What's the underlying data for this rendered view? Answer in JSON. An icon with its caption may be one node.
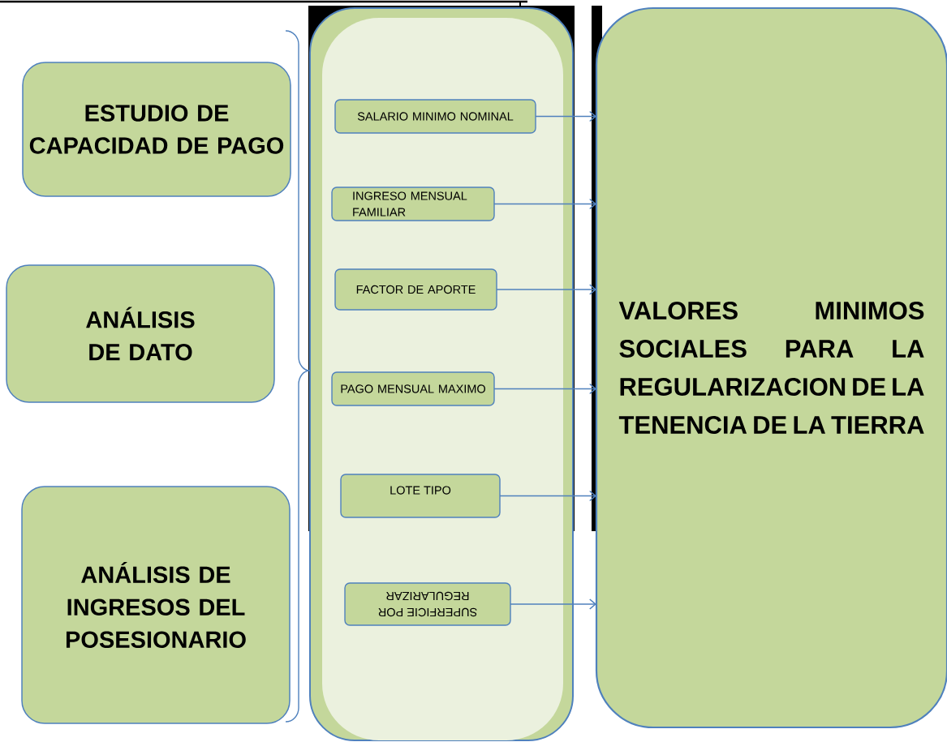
{
  "diagram": {
    "nodes": [
      {
        "text": [
          "ESTUDIO DE CAPACIDAD DE PAGO"
        ]
      },
      {
        "text": [
          "ANÁLISIS DE DATO"
        ]
      },
      {
        "text": [
          "ANÁLISIS DE INGRESOS DEL POSESIONARIO"
        ]
      },
      {
        "text": [],
        "shape": "box"
      },
      {
        "text": [],
        "shape": "box",
        "in": 3
      },
      {
        "text": [
          "SALARIO MINIMO NOMINAL"
        ],
        "in": 4
      },
      {
        "text": [
          "INGRESO MENSUAL FAMILIAR"
        ],
        "in": 4
      },
      {
        "text": [
          "FACTOR DE APORTE"
        ],
        "in": 4
      },
      {
        "text": [
          "PAGO MENSUAL MAXIMO"
        ],
        "in": 4
      },
      {
        "text": [
          "LOTE TIPO"
        ],
        "in": 4
      },
      {
        "text": [
          "SUPERFICIE POR REGULARIZAR"
        ],
        "in": 4
      },
      {
        "text": [
          "VALORES MINIMOS SOCIALES PARA LA REGULARIZACION DE LA TENENCIA DE LA TIERRA"
        ]
      }
    ],
    "edges": [
      {
        "from": 5,
        "to": 11,
        "arrow": "to"
      },
      {
        "from": 6,
        "to": 11,
        "arrow": "to"
      },
      {
        "from": 7,
        "to": 11,
        "arrow": "to"
      },
      {
        "from": 8,
        "to": 11,
        "arrow": "to"
      },
      {
        "from": 9,
        "to": 11,
        "arrow": "to"
      },
      {
        "from": 10,
        "to": 11,
        "arrow": "to"
      }
    ]
  }
}
